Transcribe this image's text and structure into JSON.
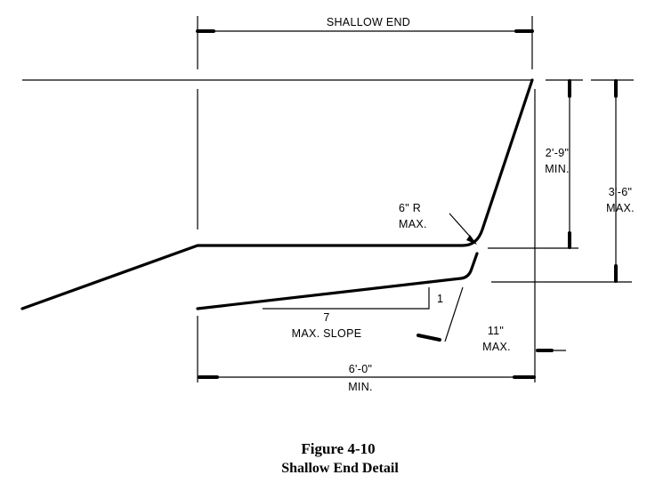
{
  "labels": {
    "shallow_end": "SHALLOW END",
    "radius_line1": "6\" R",
    "radius_line2": "MAX.",
    "dim_2_9_line1": "2'-9\"",
    "dim_2_9_line2": "MIN.",
    "dim_3_6_line1": "3'-6\"",
    "dim_3_6_line2": "MAX.",
    "slope_run": "7",
    "slope_rise": "1",
    "slope_text": "MAX. SLOPE",
    "dim_11_line1": "11\"",
    "dim_11_line2": "MAX.",
    "dim_6_0_line1": "6'-0\"",
    "dim_6_0_line2": "MIN."
  },
  "caption": {
    "title": "Figure 4-10",
    "subtitle": "Shallow End Detail"
  }
}
